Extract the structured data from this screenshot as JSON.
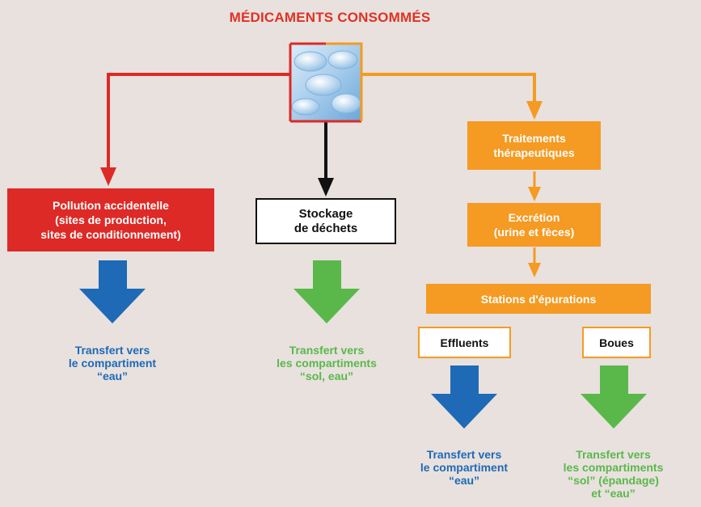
{
  "title": "MÉDICAMENTS CONSOMMÉS",
  "image": {
    "name": "pills-photo"
  },
  "boxes": {
    "pollution": "Pollution accidentelle\n(sites de production,\nsites de conditionnement)",
    "stockage": "Stockage\nde déchets",
    "traitements": "Traitements\nthérapeutiques",
    "excretion": "Excrétion\n(urine et fèces)",
    "stations": "Stations d'épurations",
    "effluents": "Effluents",
    "boues": "Boues"
  },
  "labels": {
    "eau_left": "Transfert vers\nle compartiment\n“eau”",
    "sol_eau": "Transfert vers\nles compartiments\n“sol, eau”",
    "eau_effluents": "Transfert vers\nle compartiment\n“eau”",
    "sol_boues": "Transfert vers\nles compartiments\n“sol” (épandage)\net “eau”"
  },
  "colors": {
    "red": "#dd2a26",
    "orange": "#f59a22",
    "black": "#111111",
    "blue": "#1e6ab6",
    "green": "#5ab84a",
    "background": "#e8e1de"
  }
}
